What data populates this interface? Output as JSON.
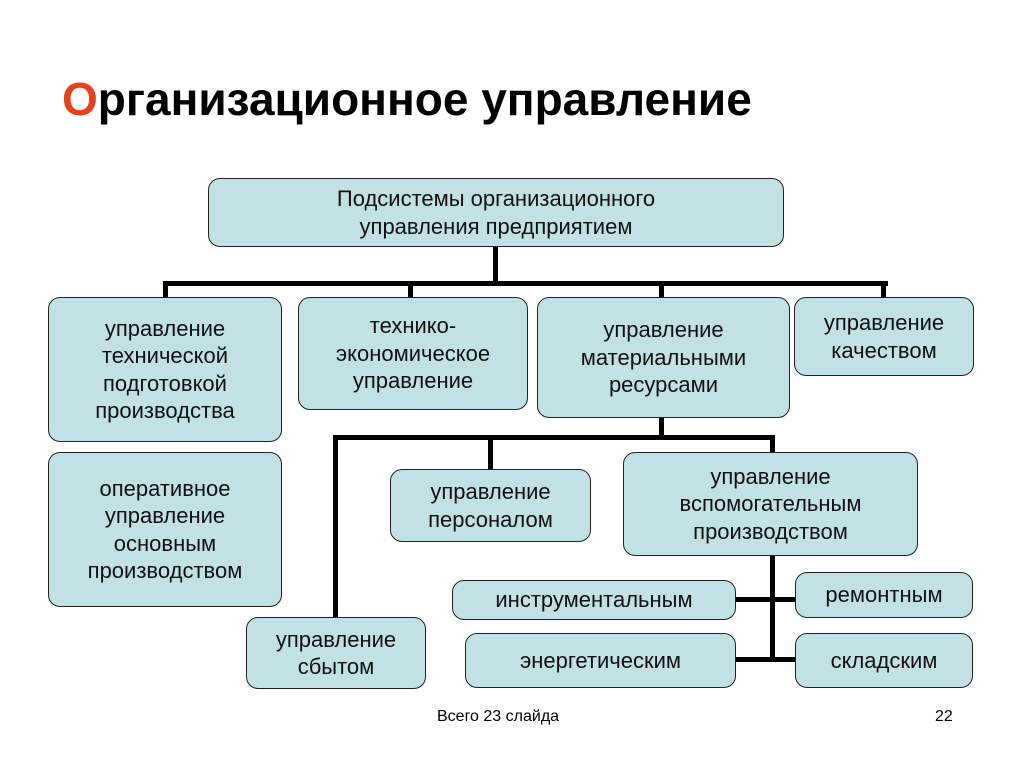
{
  "title": {
    "first_letter": "О",
    "rest": "рганизационное управление"
  },
  "nodes": {
    "root": "Подсистемы организационного\nуправления предприятием",
    "tech_prep": "управление\nтехнической\nподготовкой\nпроизводства",
    "tech_econ": "технико-\nэкономическое\nуправление",
    "materials": "управление\nматериальными\nресурсами",
    "quality": "управление\nкачеством",
    "operational": "оперативное\nуправление\nосновным\nпроизводством",
    "personnel": "управление\nперсоналом",
    "auxiliary": "управление\nвспомогательным\nпроизводством",
    "sales": "управление\nсбытом",
    "tool": "инструментальным",
    "repair": "ремонтным",
    "energy": "энергетическим",
    "warehouse": "складским"
  },
  "footer": {
    "total": "Всего 23 слайда",
    "page": "22"
  },
  "colors": {
    "box_fill": "#c2e1e4",
    "title_accent": "#e8401c"
  }
}
